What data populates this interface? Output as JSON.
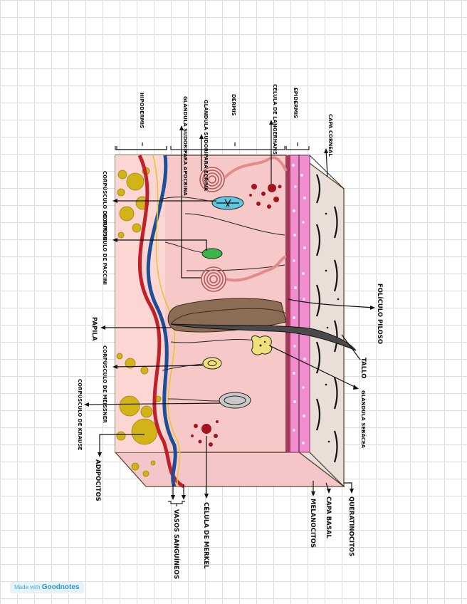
{
  "labels": {
    "hipodermis": "HIPODERMIS",
    "dermis": "DERMIS",
    "epidermis": "EPIDERMIS",
    "capa_corneal": "CAPA CORNEAL",
    "celula_langerhans": "CÉLULA DE LANGERHANS",
    "glandula_sudoripara_ecrina": "GLÁNDULA SUDORÍPARA ECRINA",
    "glandula_sudoripara_apocrina": "GLÁNDULA SUDORÍPARA APOCRINA",
    "corpusculo_ruffini": "CORPÚSCULO DE RUFFINI",
    "corpusculo_paccini": "CORPÚSCULO DE PACCINI",
    "papila": "PAPILA",
    "corpusculo_meissner": "CORPÚSCULO DE MEISSNER",
    "corpusculo_krause": "CORPÚSCULO DE KRAUSE",
    "adipocitos": "ADIPOCITOS",
    "vasos_sanguineos": "VASOS SANGUÍNEOS",
    "celula_merkel": "CÉLULA DE MERKEL",
    "melanocitos": "MELANOCITOS",
    "capa_basal": "CAPA BASAL",
    "queratinocitos": "QUERATINOCITOS",
    "foliculo_piloso": "FOLÍCULO PILOSO",
    "tallo": "TALLO",
    "glandula_sebacea": "GLÁNDULA SEBÁCEA"
  },
  "footer": {
    "made_with": "Made with",
    "brand": "Goodnotes"
  },
  "colors": {
    "dermis": "#f7c8c8",
    "epidermis_pink": "#f08ccf",
    "corneal": "#e9dfd8",
    "artery": "#c0202a",
    "vein": "#1c4f96",
    "nerve": "#e8c43a",
    "fat": "#d2b318",
    "hair": "#8b6d55",
    "langerhans": "#a31420"
  }
}
